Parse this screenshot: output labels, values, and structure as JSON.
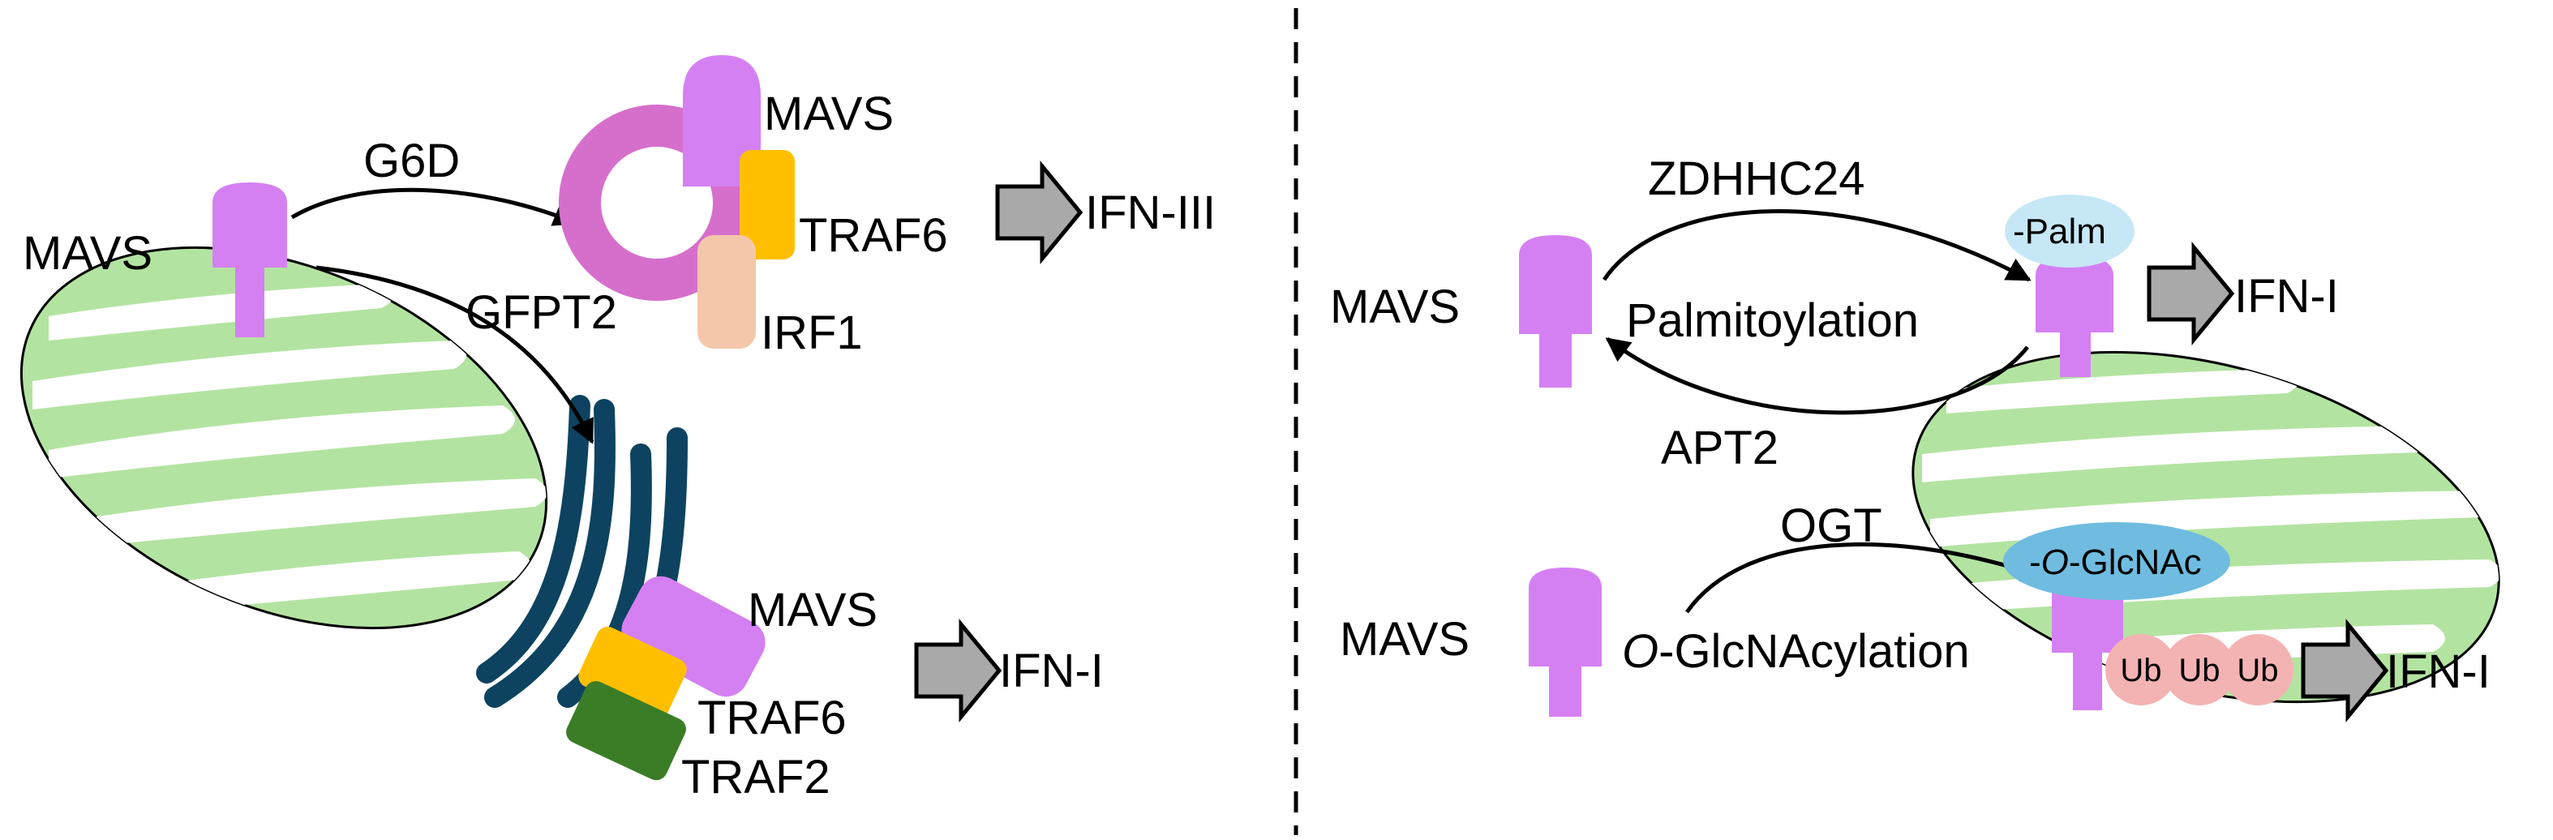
{
  "left_panel": {
    "mavs_main": "MAVS",
    "enzyme_g6d": "G6D",
    "enzyme_gfpt2": "GFPT2",
    "complex_top": {
      "mavs": "MAVS",
      "traf6": "TRAF6",
      "irf1": "IRF1",
      "output": "IFN-III"
    },
    "complex_bottom": {
      "mavs": "MAVS",
      "traf6": "TRAF6",
      "traf2": "TRAF2",
      "output": "IFN-I"
    }
  },
  "right_panel": {
    "top": {
      "mavs": "MAVS",
      "enzyme_add": "ZDHHC24",
      "process": "Palmitoylation",
      "enzyme_remove": "APT2",
      "modification": "-Palm",
      "output": "IFN-I"
    },
    "bottom": {
      "mavs": "MAVS",
      "enzyme": "OGT",
      "process_prefix": "O",
      "process_suffix": "-GlcNAcylation",
      "modification_prefix": "-",
      "modification_italic": "O",
      "modification_suffix": "-GlcNAc",
      "ubiquitin": [
        "Ub",
        "Ub",
        "Ub"
      ],
      "output": "IFN-I"
    }
  },
  "colors": {
    "mavs": "#d580f2",
    "mito_fill": "#b3e3a1",
    "traf6": "#ffbf00",
    "irf1": "#f4c7ab",
    "er": "#0d4360",
    "traf2": "#3a7d26",
    "g6d_ring": "#d66fcc",
    "palm": "#c6e7f5",
    "glcnac": "#6fbce0",
    "ub": "#f4b3b3",
    "arrow_fill": "#a9a9a9"
  }
}
